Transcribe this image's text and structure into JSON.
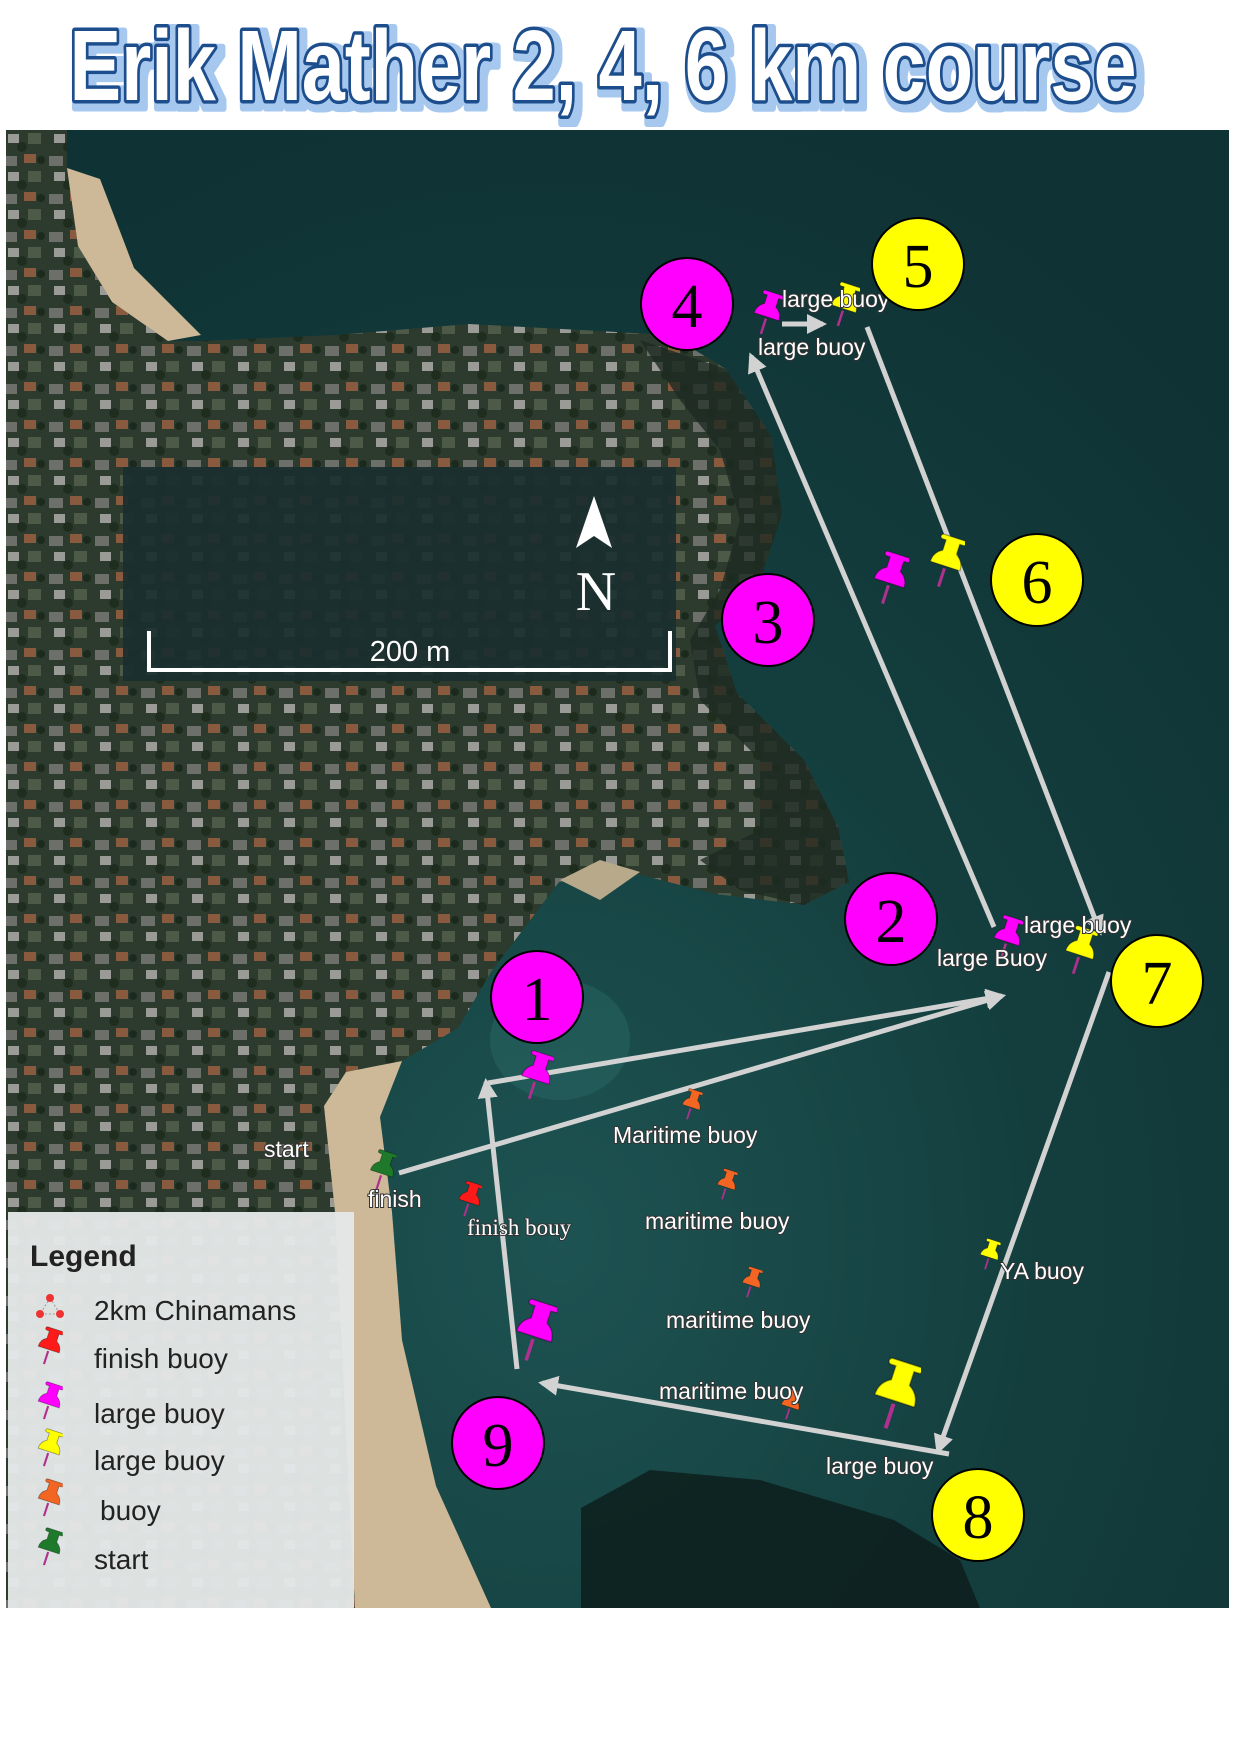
{
  "title": "Erik Mather 2, 4, 6 km course",
  "colors": {
    "title_stroke": "#1f4e8c",
    "water": "#123b3b",
    "land": "#2b3a2c",
    "sand": "#cdb998",
    "magenta": "#ff00ff",
    "yellow": "#ffff00",
    "orange": "#f26522",
    "red": "#ff1a1a",
    "green": "#1e7a2a",
    "route": "#d2d2d2"
  },
  "scale": {
    "label": "200 m",
    "north": "N"
  },
  "waypoints": [
    "1",
    "2",
    "3",
    "4",
    "5",
    "6",
    "7",
    "8",
    "9"
  ],
  "labels": {
    "large_buoy_small": "large buoy",
    "large_buoy_big": "large buoy",
    "large_buoy_7": "large buoy",
    "large_Buoy_2": "large Buoy",
    "maritime_1": "Maritime buoy",
    "maritime_2": "maritime buoy",
    "maritime_3": "maritime buoy",
    "maritime_4": "maritime buoy",
    "large_buoy_8": "large buoy",
    "ya_buoy": "YA buoy",
    "start": "start",
    "finish": "finish",
    "finish_bouy": "finish bouy"
  },
  "legend": {
    "title": "Legend",
    "items": [
      {
        "label": "2km Chinamans",
        "icon": "route-polygon-icon"
      },
      {
        "label": "finish buoy",
        "icon": "red-pin-icon"
      },
      {
        "label": "large buoy",
        "icon": "magenta-pin-icon"
      },
      {
        "label": "large buoy",
        "icon": "yellow-pin-icon"
      },
      {
        "label": "buoy",
        "icon": "orange-pin-icon"
      },
      {
        "label": "start",
        "icon": "green-pin-icon"
      }
    ]
  }
}
